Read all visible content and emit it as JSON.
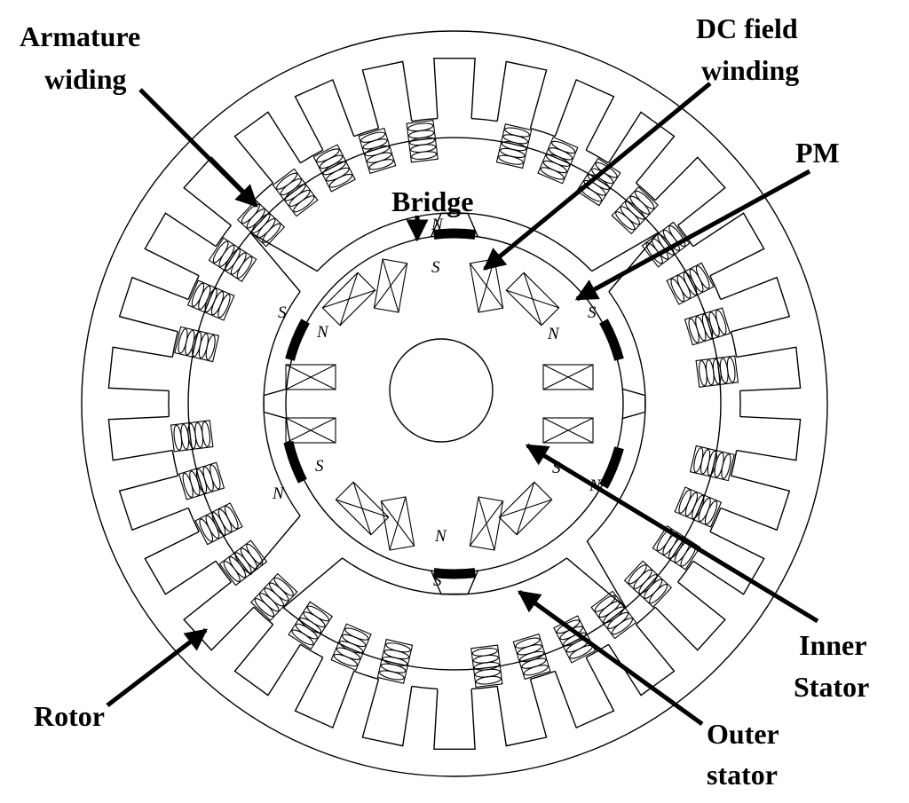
{
  "labels": {
    "armature_line1": "Armature",
    "armature_line2": "widing",
    "dc_line1": "DC field",
    "dc_line2": "winding",
    "pm": "PM",
    "bridge": "Bridge",
    "inner_line1": "Inner",
    "inner_line2": "Stator",
    "outer_line1": "Outer",
    "outer_line2": "stator",
    "rotor": "Rotor"
  },
  "poles": {
    "top_outer": "N",
    "top_inner": "S",
    "bottom_outer": "N",
    "bottom_inner": "S",
    "ul_outer": "S",
    "ul_inner": "N",
    "ll_outer": "N",
    "ll_inner": "S",
    "ur_outer": "S",
    "ur_inner": "N",
    "lr_outer": "N",
    "lr_inner": "S"
  },
  "colors": {
    "line": "#000000",
    "magnet": "#000000",
    "background": "#ffffff"
  }
}
